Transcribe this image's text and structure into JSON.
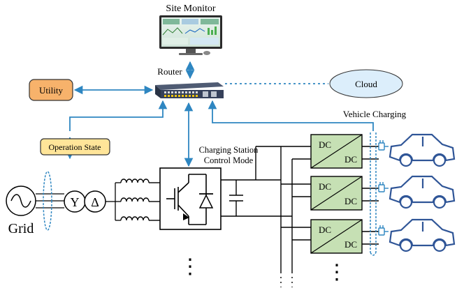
{
  "nodes": {
    "site_monitor": "Site Monitor",
    "router": "Router",
    "utility": "Utility",
    "cloud": "Cloud",
    "operation_state": "Operation State",
    "vehicle_charging": "Vehicle Charging",
    "control_mode_line1": "Charging Station",
    "control_mode_line2": "Control Mode",
    "grid": "Grid",
    "transformer_primary": "Y",
    "transformer_secondary": "Δ"
  },
  "converters": [
    {
      "top": "DC",
      "bottom": "DC"
    },
    {
      "top": "DC",
      "bottom": "DC"
    },
    {
      "top": "DC",
      "bottom": "DC"
    }
  ],
  "continuation": "⋮",
  "colors": {
    "comm_link": "#2e86c1",
    "utility_fill": "#f7b26b",
    "operation_fill": "#ffe599",
    "cloud_fill": "#dceefb",
    "converter_fill": "#c6e0b4",
    "car_blue": "#2f5597",
    "ev_plug": "#2e86c1"
  }
}
